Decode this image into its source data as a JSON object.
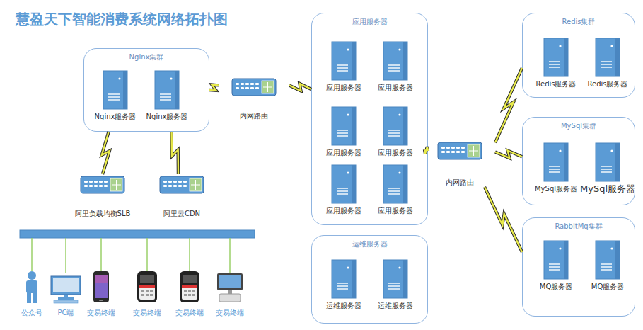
{
  "diagram": {
    "title": "慧盈天下智能消费系统网络拓扑图",
    "nodes": [
      {
        "text": [
          "Nginx集群"
        ]
      },
      {
        "text": [
          "Nginx服务器"
        ],
        "in": 0
      },
      {
        "text": [
          "Nginx服务器"
        ],
        "in": 0
      },
      {
        "text": [
          "阿里负载均衡SLB"
        ]
      },
      {
        "text": [
          "阿里云CDN"
        ]
      },
      {
        "text": [
          "内网路由"
        ]
      },
      {
        "text": [
          "应用服务器"
        ]
      },
      {
        "text": [
          "应用服务器"
        ],
        "in": 6
      },
      {
        "text": [
          "应用服务器"
        ],
        "in": 6
      },
      {
        "text": [
          "应用服务器"
        ],
        "in": 6
      },
      {
        "text": [
          "应用服务器"
        ],
        "in": 6
      },
      {
        "text": [
          "应用服务器"
        ],
        "in": 6
      },
      {
        "text": [
          "应用服务器"
        ],
        "in": 6
      },
      {
        "text": [
          "运维服务器"
        ]
      },
      {
        "text": [
          "运维服务器"
        ],
        "in": 13
      },
      {
        "text": [
          "运维服务器"
        ],
        "in": 13
      },
      {
        "text": [
          "内网路由"
        ]
      },
      {
        "text": [
          "Redis集群"
        ]
      },
      {
        "text": [
          "Redis服务器"
        ],
        "in": 17
      },
      {
        "text": [
          "Redis服务器"
        ],
        "in": 17
      },
      {
        "text": [
          "MySql集群"
        ]
      },
      {
        "text": [
          "MySql服务器"
        ],
        "in": 20
      },
      {
        "text": [
          "MySql服务器"
        ],
        "in": 20
      },
      {
        "text": [
          "RabbitMq集群"
        ]
      },
      {
        "text": [
          "MQ服务器"
        ],
        "in": 23
      },
      {
        "text": [
          "MQ服务器"
        ],
        "in": 23
      },
      {
        "text": [
          "公众号"
        ]
      },
      {
        "text": [
          "PC端"
        ]
      },
      {
        "text": [
          "交易终端"
        ]
      },
      {
        "text": [
          "交易终端"
        ]
      },
      {
        "text": [
          "交易终端"
        ]
      },
      {
        "text": [
          "交易终端"
        ]
      }
    ],
    "edges": [
      {
        "from": 0,
        "to": 5,
        "arrow": "none"
      },
      {
        "from": 0,
        "to": 3,
        "arrow": "none"
      },
      {
        "from": 0,
        "to": 4,
        "arrow": "none"
      },
      {
        "from": 5,
        "to": 6,
        "arrow": "none"
      },
      {
        "from": 6,
        "to": 16,
        "arrow": "none"
      },
      {
        "from": 16,
        "to": 17,
        "arrow": "none"
      },
      {
        "from": 16,
        "to": 20,
        "arrow": "none"
      },
      {
        "from": 16,
        "to": 23,
        "arrow": "none"
      }
    ]
  }
}
